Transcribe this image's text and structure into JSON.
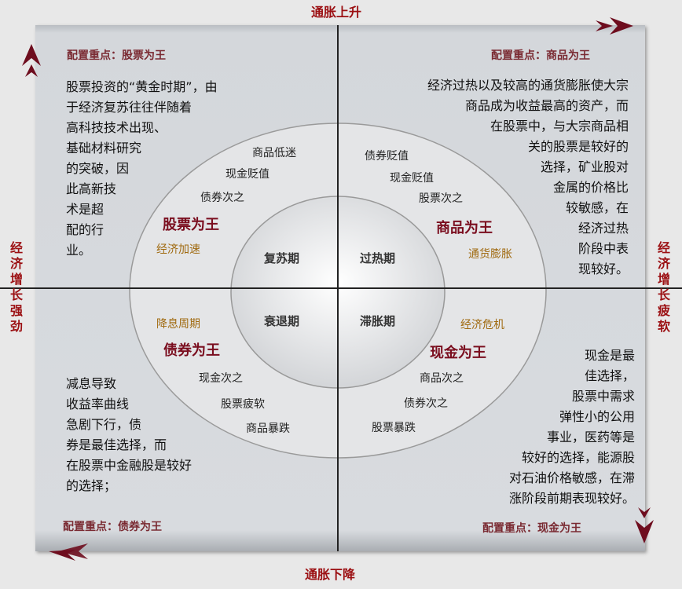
{
  "axes": {
    "top": "通胀上升",
    "bottom": "通胀下降",
    "left": "经济增长强劲",
    "right": "经济增长疲软"
  },
  "quadrants": {
    "top_left": {
      "focus": "配置重点：股票为王",
      "desc": [
        "股票投资的“黄金时期”，由",
        "于经济复苏往往伴随着",
        "高科技技术出现、",
        "基础材料研究",
        "的突破，因",
        "此高新技",
        "术是超",
        "配的行",
        "业。"
      ],
      "items": [
        "商品低迷",
        "现金贬值",
        "债券次之"
      ],
      "king": "股票为王",
      "phase": "经济加速",
      "stage": "复苏期"
    },
    "top_right": {
      "focus": "配置重点：商品为王",
      "desc": [
        "经济过热以及较高的通货膨胀使大宗",
        "商品成为收益最高的资产，而",
        "在股票中，与大宗商品相",
        "关的股票是较好的",
        "选择，矿业股对",
        "金属的价格比",
        "较敏感，在",
        "经济过热",
        "阶段中表",
        "现较好。"
      ],
      "items": [
        "债券贬值",
        "现金贬值",
        "股票次之"
      ],
      "king": "商品为王",
      "phase": "通货膨胀",
      "stage": "过热期"
    },
    "bottom_left": {
      "focus": "配置重点：债券为王",
      "desc": [
        "减息导致",
        "收益率曲线",
        "急剧下行，债",
        "券是最佳选择，而",
        "在股票中金融股是较好",
        "的选择；"
      ],
      "items": [
        "现金次之",
        "股票疲软",
        "商品暴跌"
      ],
      "king": "债券为王",
      "phase": "降息周期",
      "stage": "衰退期"
    },
    "bottom_right": {
      "focus": "配置重点：现金为王",
      "desc": [
        "现金是最",
        "佳选择，",
        "股票中需求",
        "弹性小的公用",
        "事业，医药等是",
        "较好的选择，能源股",
        "对石油价格敏感，在滞",
        "涨阶段前期表现较好。"
      ],
      "items": [
        "商品次之",
        "债券次之",
        "股票暴跌"
      ],
      "king": "现金为王",
      "phase": "经济危机",
      "stage": "滞胀期"
    }
  },
  "colors": {
    "accent": "#9b0f12",
    "arrow": "#6e0d1e",
    "phase": "#a06a10"
  }
}
